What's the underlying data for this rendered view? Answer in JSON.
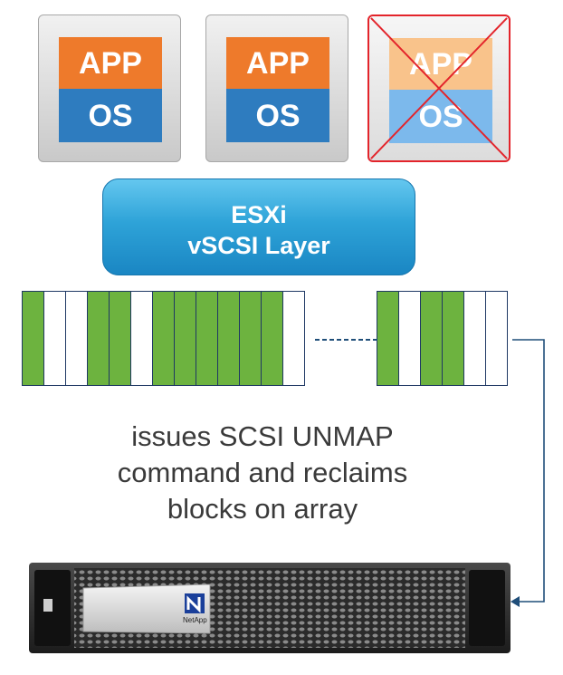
{
  "vms": [
    {
      "app": "APP",
      "os": "OS",
      "removed": false
    },
    {
      "app": "APP",
      "os": "OS",
      "removed": false
    },
    {
      "app": "APP",
      "os": "OS",
      "removed": true
    }
  ],
  "esxi": {
    "line1": "ESXi",
    "line2": "vSCSI Layer"
  },
  "blocks_left": [
    true,
    false,
    false,
    true,
    true,
    false,
    true,
    true,
    true,
    true,
    true,
    true,
    false
  ],
  "blocks_right": [
    true,
    false,
    true,
    true,
    false,
    false
  ],
  "caption": [
    "issues SCSI UNMAP",
    "command and reclaims",
    "blocks on array"
  ],
  "array_brand": "NetApp",
  "colors": {
    "app": "#ee7a2b",
    "os": "#2e7cbf",
    "used_block": "#6db33f",
    "connector": "#1f4e79",
    "cross": "#e3242b"
  }
}
